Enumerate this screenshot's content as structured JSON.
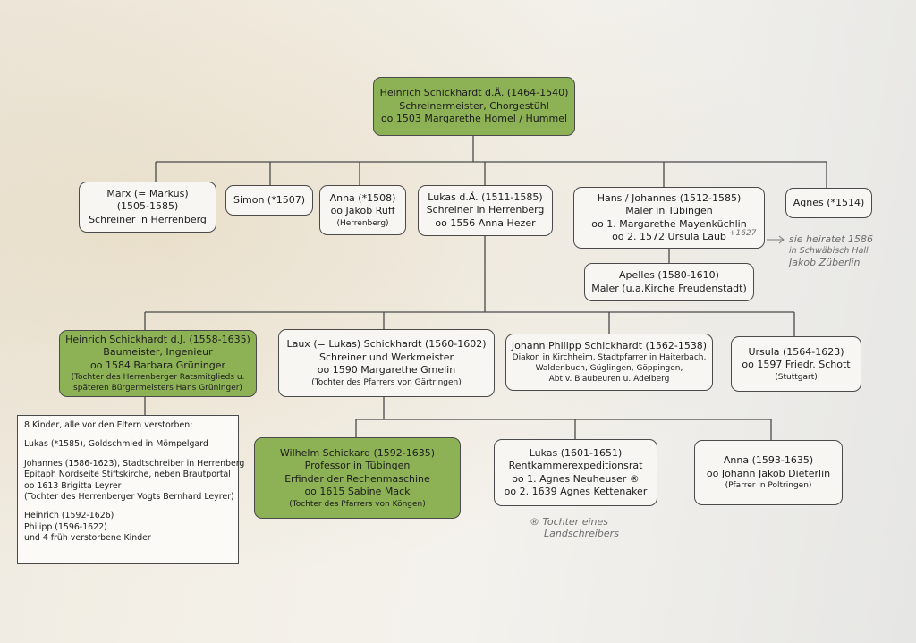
{
  "nodes": {
    "root": [
      "Heinrich Schickhardt d.Ä. (1464-1540)",
      "Schreinermeister, Chorgestühl",
      "oo 1503 Margarethe Homel / Hummel"
    ],
    "marx": [
      "Marx (= Markus)",
      "(1505-1585)",
      "Schreiner in Herrenberg"
    ],
    "simon": [
      "Simon (*1507)"
    ],
    "anna1508": [
      "Anna (*1508)",
      "oo Jakob Ruff",
      "(Herrenberg)"
    ],
    "lukas_da": [
      "Lukas d.Ä. (1511-1585)",
      "Schreiner in Herrenberg",
      "oo 1556 Anna Hezer"
    ],
    "hans": [
      "Hans / Johannes (1512-1585)",
      "Maler in Tübingen",
      "oo 1. Margarethe Mayenküchlin",
      "oo 2. 1572 Ursula Laub"
    ],
    "agnes": [
      "Agnes (*1514)"
    ],
    "apelles": [
      "Apelles (1580-1610)",
      "Maler (u.a.Kirche Freudenstadt)"
    ],
    "heinrich_dj": [
      "Heinrich Schickhardt d.J. (1558-1635)",
      "Baumeister, Ingenieur",
      "oo 1584 Barbara Grüninger",
      "(Tochter des Herrenberger Ratsmitglieds u.",
      "späteren Bürgermeisters Hans Grüninger)"
    ],
    "laux": [
      "Laux (= Lukas) Schickhardt (1560-1602)",
      "Schreiner und Werkmeister",
      "oo 1590 Margarethe Gmelin",
      "(Tochter des Pfarrers von Gärtringen)"
    ],
    "johann_philipp": [
      "Johann Philipp Schickhardt (1562-1538)",
      "Diakon in Kirchheim, Stadtpfarrer in Haiterbach,",
      "Waldenbuch, Güglingen, Göppingen,",
      "Abt v. Blaubeuren u. Adelberg"
    ],
    "ursula": [
      "Ursula (1564-1623)",
      "oo 1597 Friedr. Schott",
      "(Stuttgart)"
    ],
    "wilhelm": [
      "Wilhelm Schickard (1592-1635)",
      "Professor in Tübingen",
      "Erfinder der Rechenmaschine",
      "oo 1615 Sabine Mack",
      "(Tochter des Pfarrers von Köngen)"
    ],
    "lukas1601": [
      "Lukas (1601-1651)",
      "Rentkammerexpeditionsrat",
      "oo 1. Agnes Neuheuser ®",
      "oo 2. 1639 Agnes Kettenaker"
    ],
    "anna1593": [
      "Anna (1593-1635)",
      "oo Johann Jakob Dieterlin",
      "(Pfarrer in Poltringen)"
    ]
  },
  "kids_box": {
    "heading": "8 Kinder, alle vor den Eltern verstorben:",
    "lukas": "Lukas (*1585), Goldschmied in Mömpelgard",
    "johannes": [
      "Johannes (1586-1623), Stadtschreiber in Herrenberg",
      "Epitaph Nordseite Stiftskirche, neben Brautportal",
      "oo 1613 Brigitta Leyrer",
      "(Tochter des Herrenberger Vogts Bernhard Leyrer)"
    ],
    "others": [
      "Heinrich (1592-1626)",
      "Philipp (1596-1622)",
      "und 4 früh verstorbene Kinder"
    ]
  },
  "handwritten": {
    "ursula_death": "+1627",
    "hans_note": [
      "sie heiratet 1586",
      "in Schwäbisch Hall",
      "Jakob Züberlin"
    ],
    "lukas_note": [
      "® Tochter eines",
      "Landschreibers"
    ]
  }
}
